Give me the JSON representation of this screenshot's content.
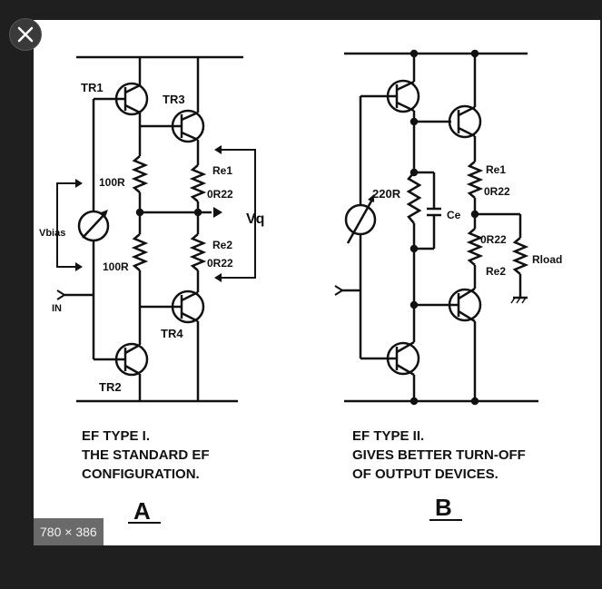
{
  "viewer": {
    "close_icon": "close-icon",
    "dimensions": "780 × 386",
    "colors": {
      "backdrop": "#1f1f1f",
      "badge": "#6a6a6a",
      "close_button": "#3a3a3a"
    }
  },
  "circuit_a": {
    "transistors": [
      "TR1",
      "TR2",
      "TR3",
      "TR4"
    ],
    "resistors": [
      "100R",
      "100R",
      "Re1",
      "0R22",
      "Re2",
      "0R22"
    ],
    "vbias": "Vbias",
    "vq": "Vq",
    "input": "IN",
    "caption": [
      "EF TYPE I.",
      "THE STANDARD EF",
      "CONFIGURATION."
    ],
    "letter": "A"
  },
  "circuit_b": {
    "resistors": [
      "220R",
      "Re1",
      "0R22",
      "0R22",
      "Re2"
    ],
    "capacitor": "Ce",
    "load": "Rload",
    "caption": [
      "EF TYPE II.",
      "GIVES BETTER TURN-OFF",
      "OF OUTPUT DEVICES."
    ],
    "letter": "B"
  }
}
